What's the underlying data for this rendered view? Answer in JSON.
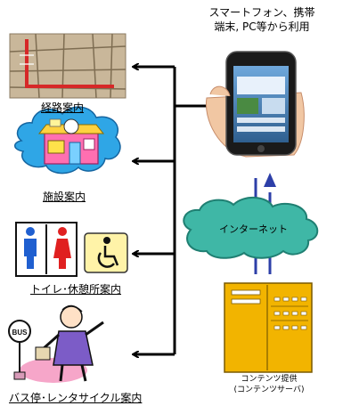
{
  "device_caption": [
    "スマートフォン、携帯",
    "端末, PC等から利用"
  ],
  "cloud_label": "インターネット",
  "server_caption": [
    "コンテンツ提供",
    "(コンテンツサーバ)"
  ],
  "services": [
    {
      "label": "経路案内",
      "icon": "route-map-icon"
    },
    {
      "label": "施設案内",
      "icon": "facility-building-icon"
    },
    {
      "label": "トイレ･休憩所案内",
      "icon": "restroom-sign-icon"
    },
    {
      "label": "バス停･レンタサイクル案内",
      "icon": "bus-stop-person-icon"
    }
  ],
  "colors": {
    "arrow": "#000000",
    "link_blue": "#2d3fa8",
    "cloud_fill": "#3fb7a6",
    "server_fill": "#f2b400"
  }
}
